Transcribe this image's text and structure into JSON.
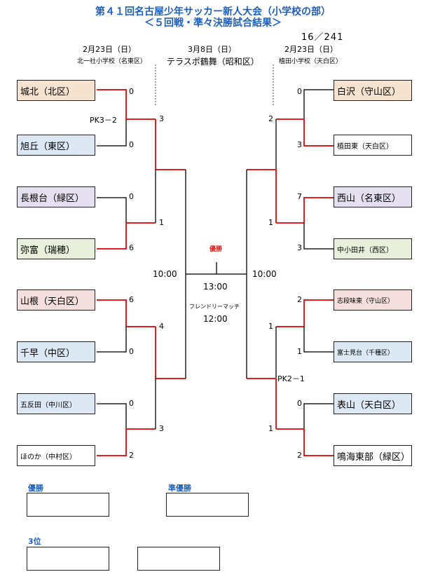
{
  "header": {
    "title_line1": "第４１回名古屋少年サッカー新人大会（小学校の部）",
    "title_line2": "＜５回戦・準々決勝試合結果＞",
    "code": "16／241"
  },
  "schedule": {
    "left_date": "2月23日（日）",
    "left_venue": "北一社小学校（名東区）",
    "center_date": "3月8日（日）",
    "center_venue": "テラスポ鶴舞（昭和区）",
    "right_date": "2月23日（日）",
    "right_venue": "植田小学校（天白区）"
  },
  "teams": {
    "left": [
      {
        "name": "城北（北区）",
        "color": "#f6e3cf",
        "score": "0"
      },
      {
        "name": "旭丘（東区）",
        "color": "#dce8f4",
        "score": "0"
      },
      {
        "name": "長根台（緑区）",
        "color": "#e4e0ef",
        "score": "0"
      },
      {
        "name": "弥富（瑞穂）",
        "color": "#e8f0dc",
        "score": "6"
      },
      {
        "name": "山根（天白区）",
        "color": "#f4dede",
        "score": "6"
      },
      {
        "name": "千早（中区）",
        "color": "#dce8f4",
        "score": "0"
      },
      {
        "name": "五反田（中川区）",
        "color": "#dce8f4",
        "score": "0"
      },
      {
        "name": "ほのか（中村区）",
        "color": "#ffffff",
        "score": "2"
      }
    ],
    "right": [
      {
        "name": "白沢（守山区）",
        "color": "#f6e3cf",
        "score": "0"
      },
      {
        "name": "植田東（天白区）",
        "color": "#ffffff",
        "score": "3"
      },
      {
        "name": "西山（名東区）",
        "color": "#e4e0ef",
        "score": "7"
      },
      {
        "name": "中小田井（西区）",
        "color": "#e8f0dc",
        "score": "3"
      },
      {
        "name": "志段味東（守山区）",
        "color": "#f4dede",
        "score": "2"
      },
      {
        "name": "富士見台（千種区）",
        "color": "#dce8f4",
        "score": "1"
      },
      {
        "name": "表山（天白区）",
        "color": "#dce8f4",
        "score": "0"
      },
      {
        "name": "鳴海東部（緑区）",
        "color": "#ffffff",
        "score": "2"
      }
    ]
  },
  "round2": {
    "left": [
      "3",
      "1",
      "4",
      "3"
    ],
    "right": [
      "2",
      "1",
      "1",
      "1"
    ]
  },
  "pk": {
    "left": "PK3－2",
    "right": "PK2－1"
  },
  "center": {
    "champion_label": "優勝",
    "time_left": "10:00",
    "time_right": "10:00",
    "final_time": "13:00",
    "friendly_label": "フレンドリーマッチ",
    "friendly_time": "12:00"
  },
  "results": {
    "champion": "優勝",
    "runner_up": "準優勝",
    "third": "3位"
  },
  "colors": {
    "winner_line": "#e02020",
    "title_blue": "#1f5fbf"
  }
}
